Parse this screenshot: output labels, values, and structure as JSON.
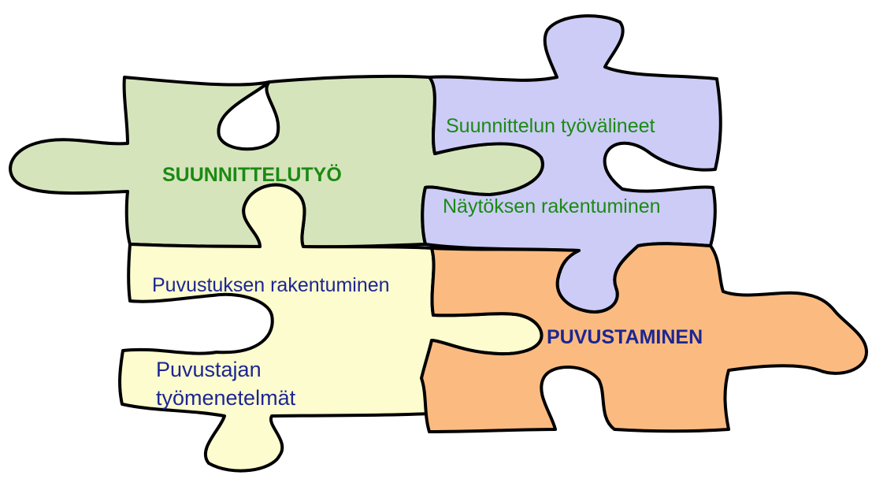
{
  "pieces": [
    {
      "id": "green",
      "fill": "#d6e4bc"
    },
    {
      "id": "yellow",
      "fill": "#fdfcce"
    },
    {
      "id": "blue",
      "fill": "#ccccf7"
    },
    {
      "id": "orange",
      "fill": "#fbbb80"
    }
  ],
  "labels": {
    "suunnittelutyo": {
      "text": "SUUNNITTELUTYÖ",
      "color": "#1b8a12"
    },
    "suunnittelun_tyovalineet": {
      "text": "Suunnittelun työvälineet",
      "color": "#1b8a12"
    },
    "naytoksen_rakentuminen": {
      "text": "Näytöksen rakentuminen",
      "color": "#1b8a12"
    },
    "puvustuksen_rakentuminen": {
      "text": "Puvustuksen rakentuminen",
      "color": "#1c2693"
    },
    "puvustajan_tyomenetelmat": {
      "lines": [
        "Puvustajan",
        "työmenetelmät"
      ],
      "color": "#1c2693"
    },
    "puvustaminen": {
      "text": "PUVUSTAMINEN",
      "color": "#1c2693"
    }
  }
}
